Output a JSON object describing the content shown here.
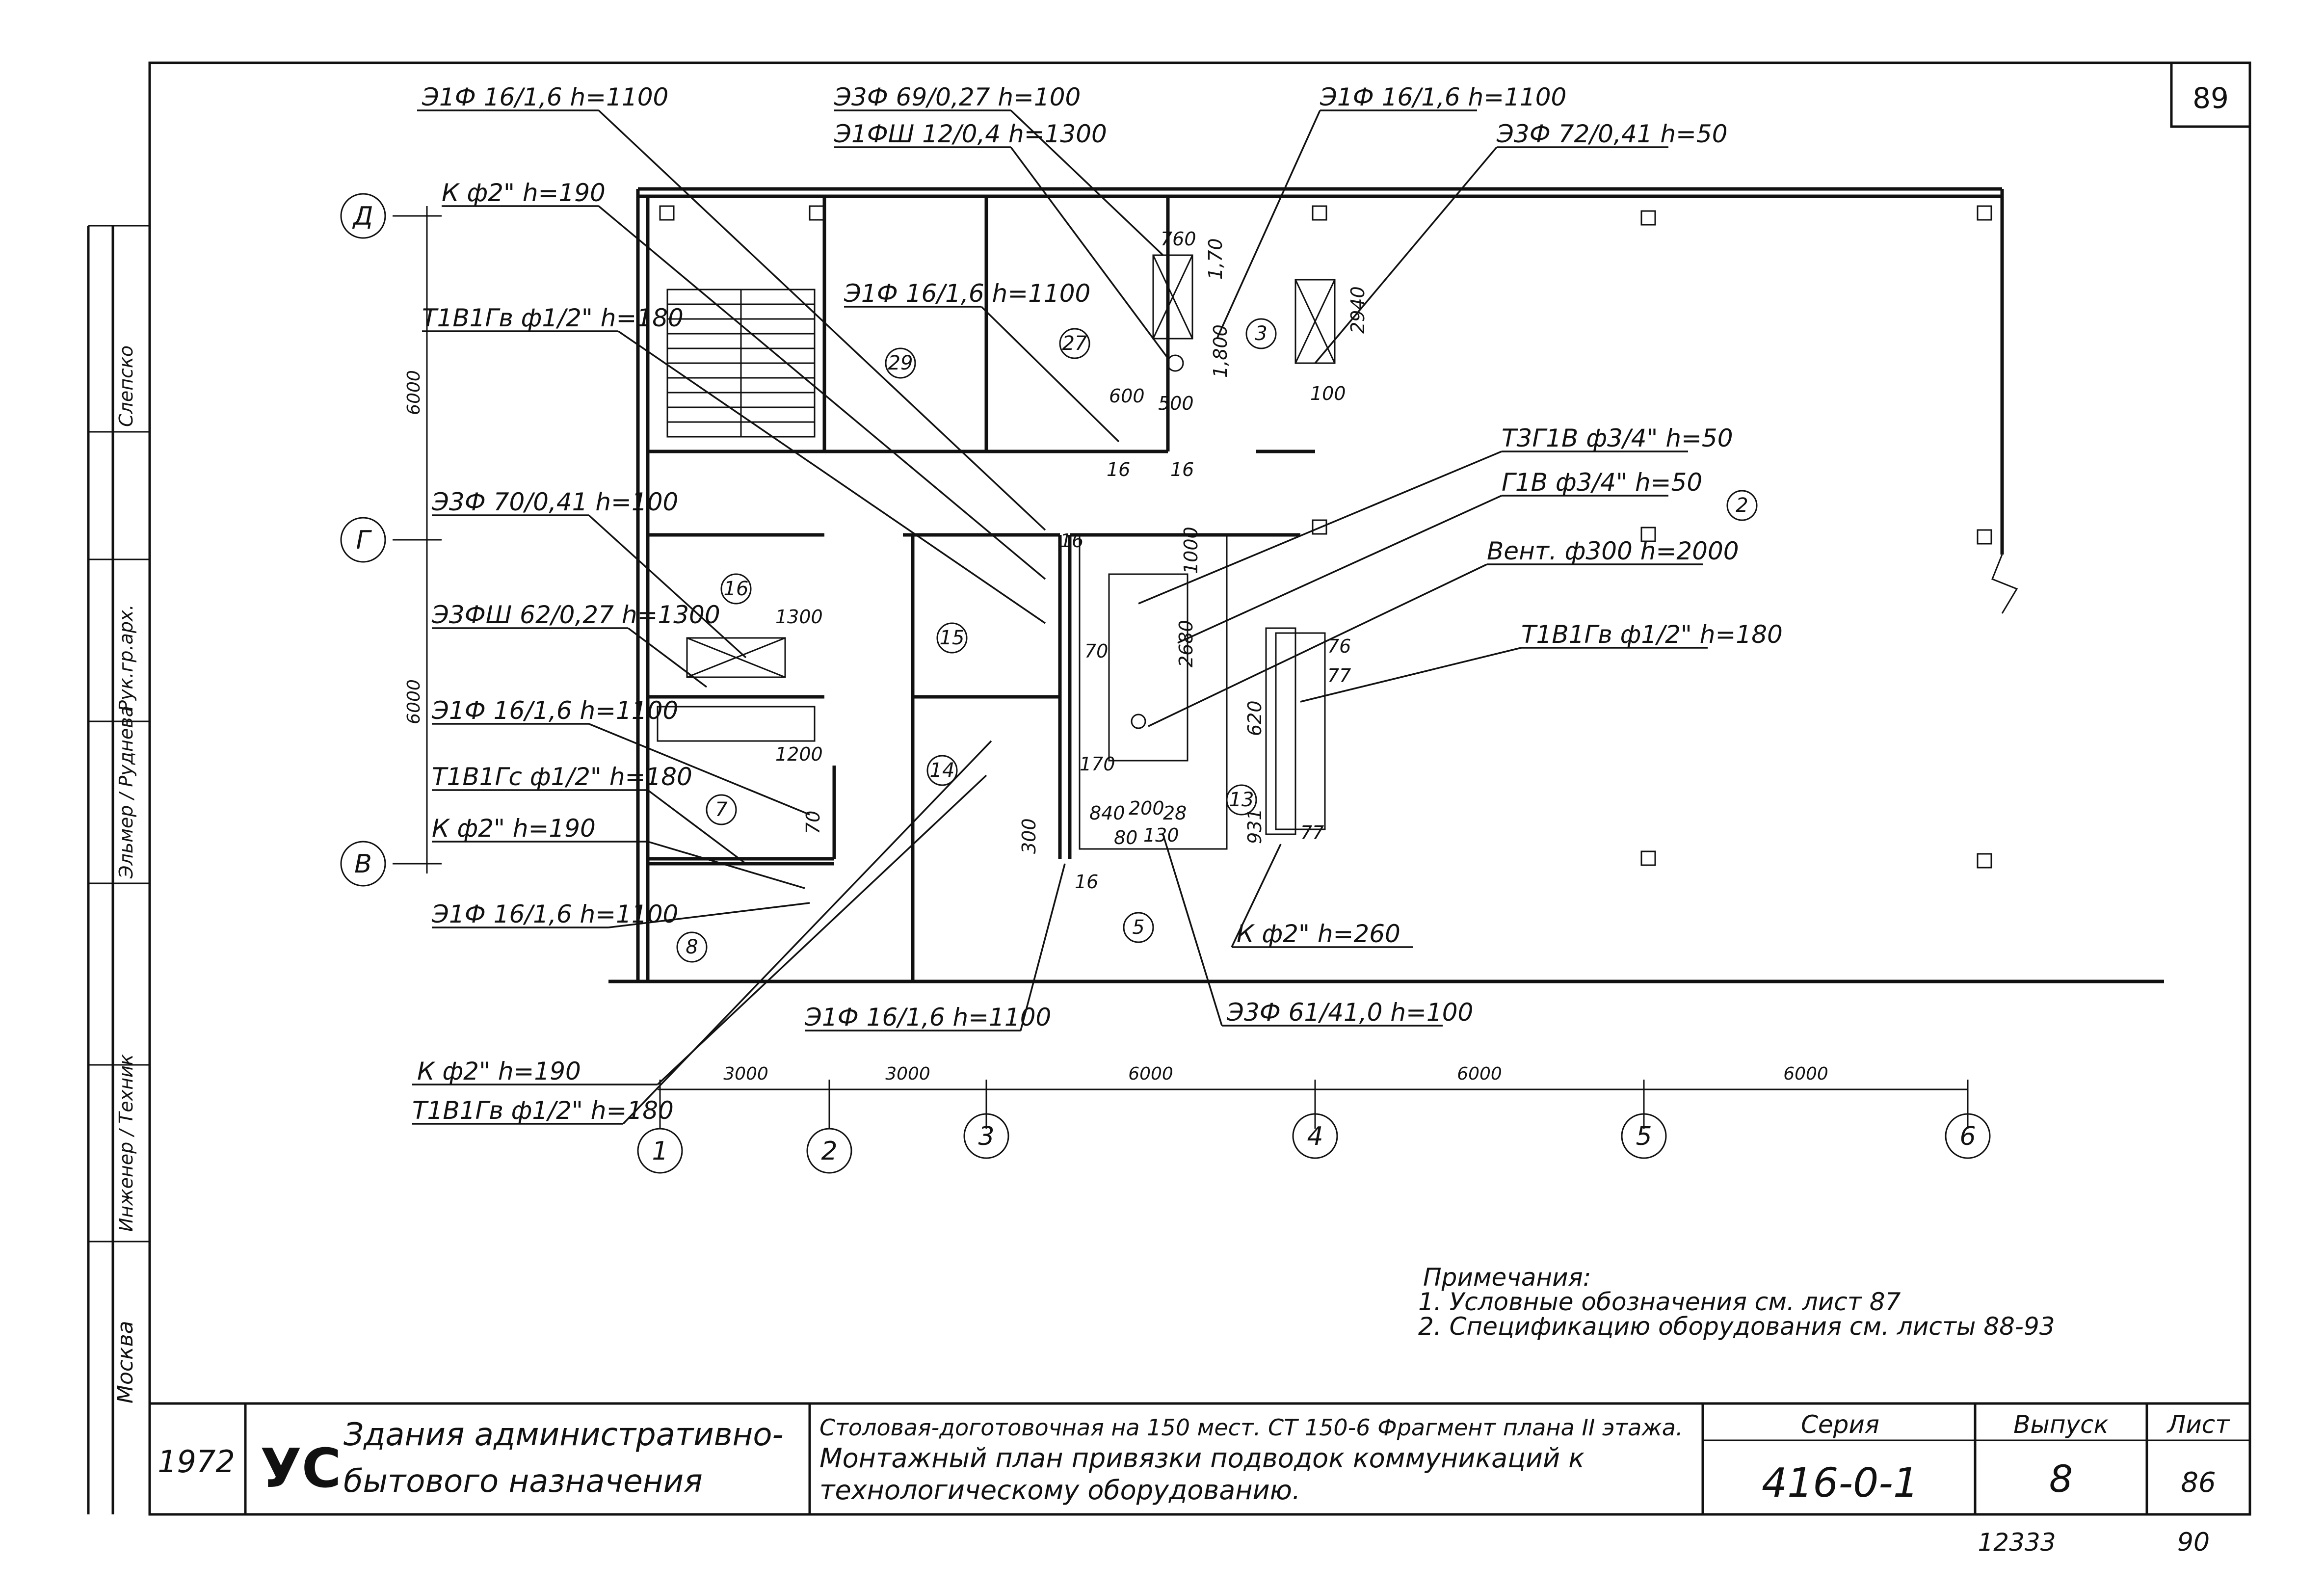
{
  "sheet_number_top": "89",
  "axes_letters": [
    "Д",
    "Г",
    "В"
  ],
  "axes_numbers": [
    "1",
    "2",
    "3",
    "4",
    "5",
    "6"
  ],
  "vertical_dims": [
    "6000",
    "6000"
  ],
  "horizontal_dims": [
    "3000",
    "3000",
    "6000",
    "6000",
    "6000"
  ],
  "rooms": [
    "29",
    "27",
    "3",
    "16",
    "15",
    "14",
    "13",
    "7",
    "8",
    "5",
    "2"
  ],
  "callouts": {
    "c1": "Э1Ф 16/1,6 h=1100",
    "c2": "Э3Ф 69/0,27 h=100",
    "c3": "Э1ФШ 12/0,4 h=1300",
    "c4": "Э1Ф 16/1,6 h=1100",
    "c5": "Э3Ф 72/0,41 h=50",
    "c6": "К ф2\" h=190",
    "c7": "Т1В1Гв ф1/2\" h=180",
    "c8": "Э1Ф 16/1,6 h=1100",
    "c9": "Т3Г1В ф3/4\" h=50",
    "c10": "Г1В ф3/4\" h=50",
    "c11": "Вент. ф300 h=2000",
    "c12": "Э3Ф 70/0,41 h=100",
    "c13": "Э3ФШ 62/0,27 h=1300",
    "c14": "Т1В1Гв ф1/2\" h=180",
    "c15": "Э1Ф 16/1,6 h=1100",
    "c16": "Т1В1Гс ф1/2\" h=180",
    "c17": "К ф2\" h=190",
    "c18": "Э1Ф 16/1,6 h=1100",
    "c19": "К ф2\" h=260",
    "c20": "Э3Ф 61/41,0 h=100",
    "c21": "Э1Ф 16/1,6 h=1100",
    "c22": "К ф2\" h=190",
    "c23": "Т1В1Гв ф1/2\" h=180"
  },
  "small_dims": [
    "760",
    "1,70",
    "2940",
    "1,800",
    "600",
    "500",
    "100",
    "16",
    "16",
    "1300",
    "1200",
    "70",
    "70",
    "2680",
    "1000",
    "840",
    "200",
    "28",
    "80",
    "130",
    "300",
    "16",
    "16",
    "76",
    "77",
    "77",
    "170",
    "620",
    "931"
  ],
  "notes": {
    "title": "Примечания:",
    "n1": "1. Условные обозначения см. лист 87",
    "n2": "2. Спецификацию оборудования см. листы 88-93"
  },
  "side_stamp": {
    "s1": "Москва",
    "s2": "Инженер / Техник",
    "s3": "Эльмер / Руднева",
    "s4": "Рук.гр.арх.",
    "s5": "Слепско"
  },
  "titleblock": {
    "year": "1972",
    "logo": "УС",
    "org_line1": "Здания административно-",
    "org_line2": "бытового назначения",
    "desc_line1": "Столовая-доготовочная на 150 мест. СТ 150-6 Фрагмент плана II этажа.",
    "desc_line2": "Монтажный план привязки подводок коммуникаций к",
    "desc_line3": "технологическому оборудованию.",
    "series_label": "Серия",
    "series_value": "416-0-1",
    "issue_label": "Выпуск",
    "issue_value": "8",
    "sheet_label": "Лист",
    "sheet_value": "86",
    "below_left": "12333",
    "below_right": "90"
  }
}
